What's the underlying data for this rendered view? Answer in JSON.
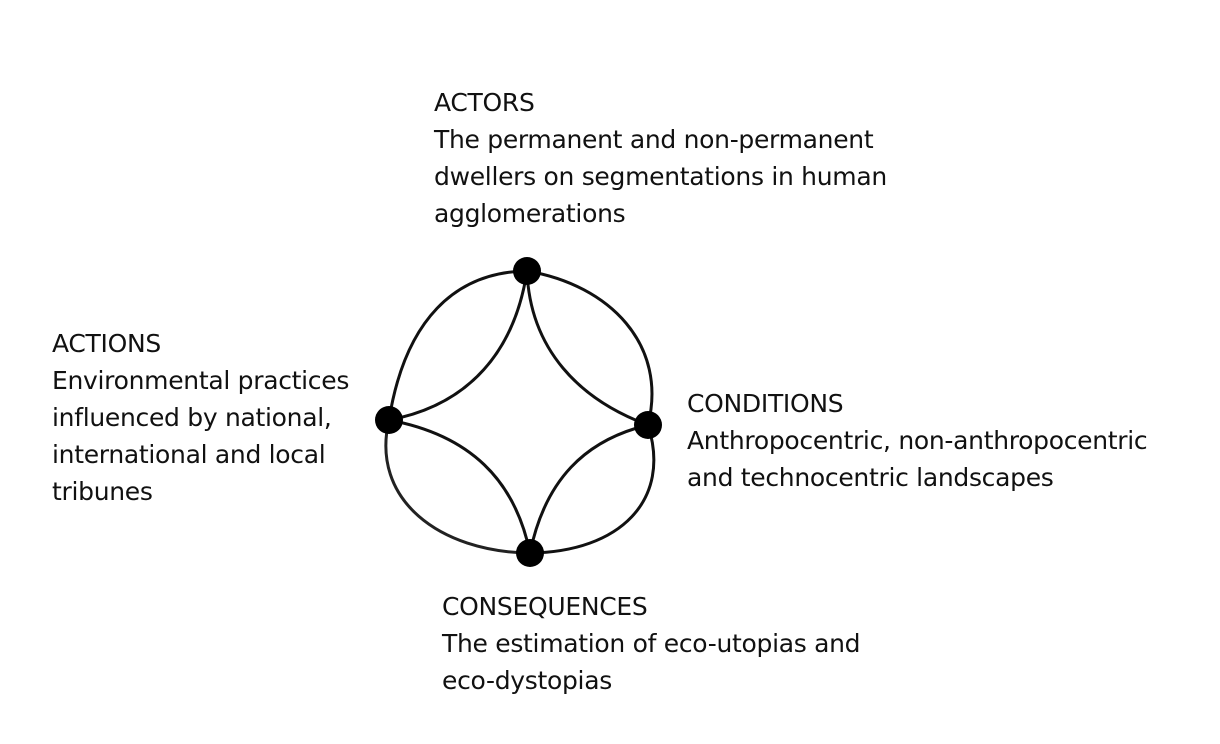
{
  "diagram": {
    "nodes": [
      {
        "id": "actors",
        "heading": "ACTORS",
        "description_lines": [
          "The permanent and non-permanent",
          "dwellers on segmentations in human",
          "agglomerations"
        ]
      },
      {
        "id": "actions",
        "heading": "ACTIONS",
        "description_lines": [
          "Environmental practices",
          "influenced by national,",
          "international and local",
          "tribunes"
        ]
      },
      {
        "id": "conditions",
        "heading": "CONDITIONS",
        "description_lines": [
          "Anthropocentric, non-anthropocentric",
          "and technocentric landscapes"
        ]
      },
      {
        "id": "consequences",
        "heading": "CONSEQUENCES",
        "description_lines": [
          "The estimation of eco-utopias and",
          "eco-dystopias"
        ]
      }
    ],
    "colors": {
      "line": "#111111",
      "node": "#000000",
      "text": "#111111"
    }
  }
}
